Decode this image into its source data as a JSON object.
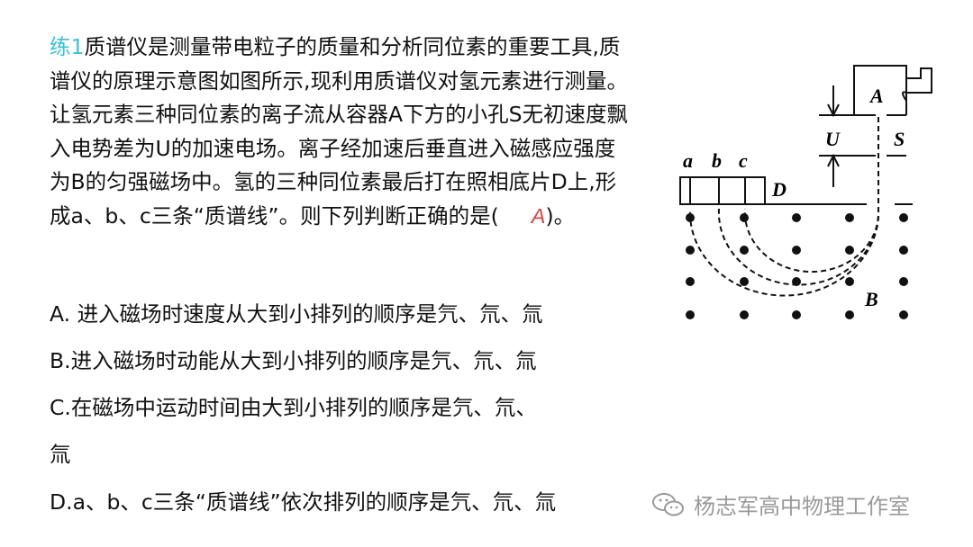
{
  "question": {
    "label": "练1",
    "text": "质谱仪是测量带电粒子的质量和分析同位素的重要工具,质谱仪的原理示意图如图所示,现利用质谱仪对氢元素进行测量。让氢元素三种同位素的离子流从容器A下方的小孔S无初速度飘入电势差为U的加速电场。离子经加速后垂直进入磁感应强度为B的匀强磁场中。氢的三种同位素最后打在照相底片D上,形成a、b、c三条“质谱线”。则下列判断正确的是(",
    "close": ")。",
    "handwritten_answer": "A"
  },
  "options": [
    {
      "text": "A. 进入磁场时速度从大到小排列的顺序是氕、氘、氚"
    },
    {
      "text": "B.进入磁场时动能从大到小排列的顺序是氕、氘、氚"
    },
    {
      "text": "C.在磁场中运动时间由大到小排列的顺序是氕、氘、"
    },
    {
      "text": "氚"
    },
    {
      "text": "D.a、b、c三条“质谱线”依次排列的顺序是氕、氘、氚"
    }
  ],
  "diagram": {
    "labels": {
      "a": "a",
      "b": "b",
      "c": "c",
      "D": "D",
      "A": "A",
      "U": "U",
      "S": "S",
      "B": "B"
    }
  },
  "watermark": {
    "text": "杨志军高中物理工作室",
    "icon": "wechat-icon"
  }
}
